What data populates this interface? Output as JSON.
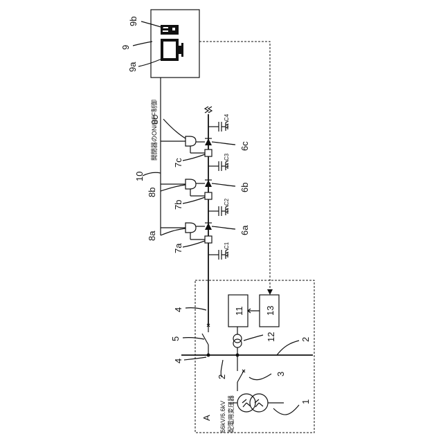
{
  "diagram": {
    "ref_labels": {
      "substation": "A",
      "transformer": "1",
      "main_bus": "2",
      "main_bus_right": "2",
      "breaker_main": "3",
      "feeder_line": "4",
      "feeder_line_lower": "4",
      "feeder_breaker": "5",
      "switch_a": "6a",
      "switch_b": "6b",
      "switch_c": "6c",
      "sensor_a": "7a",
      "sensor_b": "7b",
      "sensor_c": "7c",
      "controller_a": "8a",
      "controller_b": "8b",
      "controller_c": "8c",
      "monitoring_system": "9",
      "pc": "9a",
      "server": "9b",
      "comm_line": "10",
      "device_11": "11",
      "ct": "12",
      "device_13": "13"
    },
    "capacitors": [
      "C1",
      "C2",
      "C3",
      "C4"
    ],
    "transformer_text": [
      "66kV/6.6kV",
      "配電用変圧器"
    ],
    "control_text": "開閉器のON/OFF制御"
  }
}
